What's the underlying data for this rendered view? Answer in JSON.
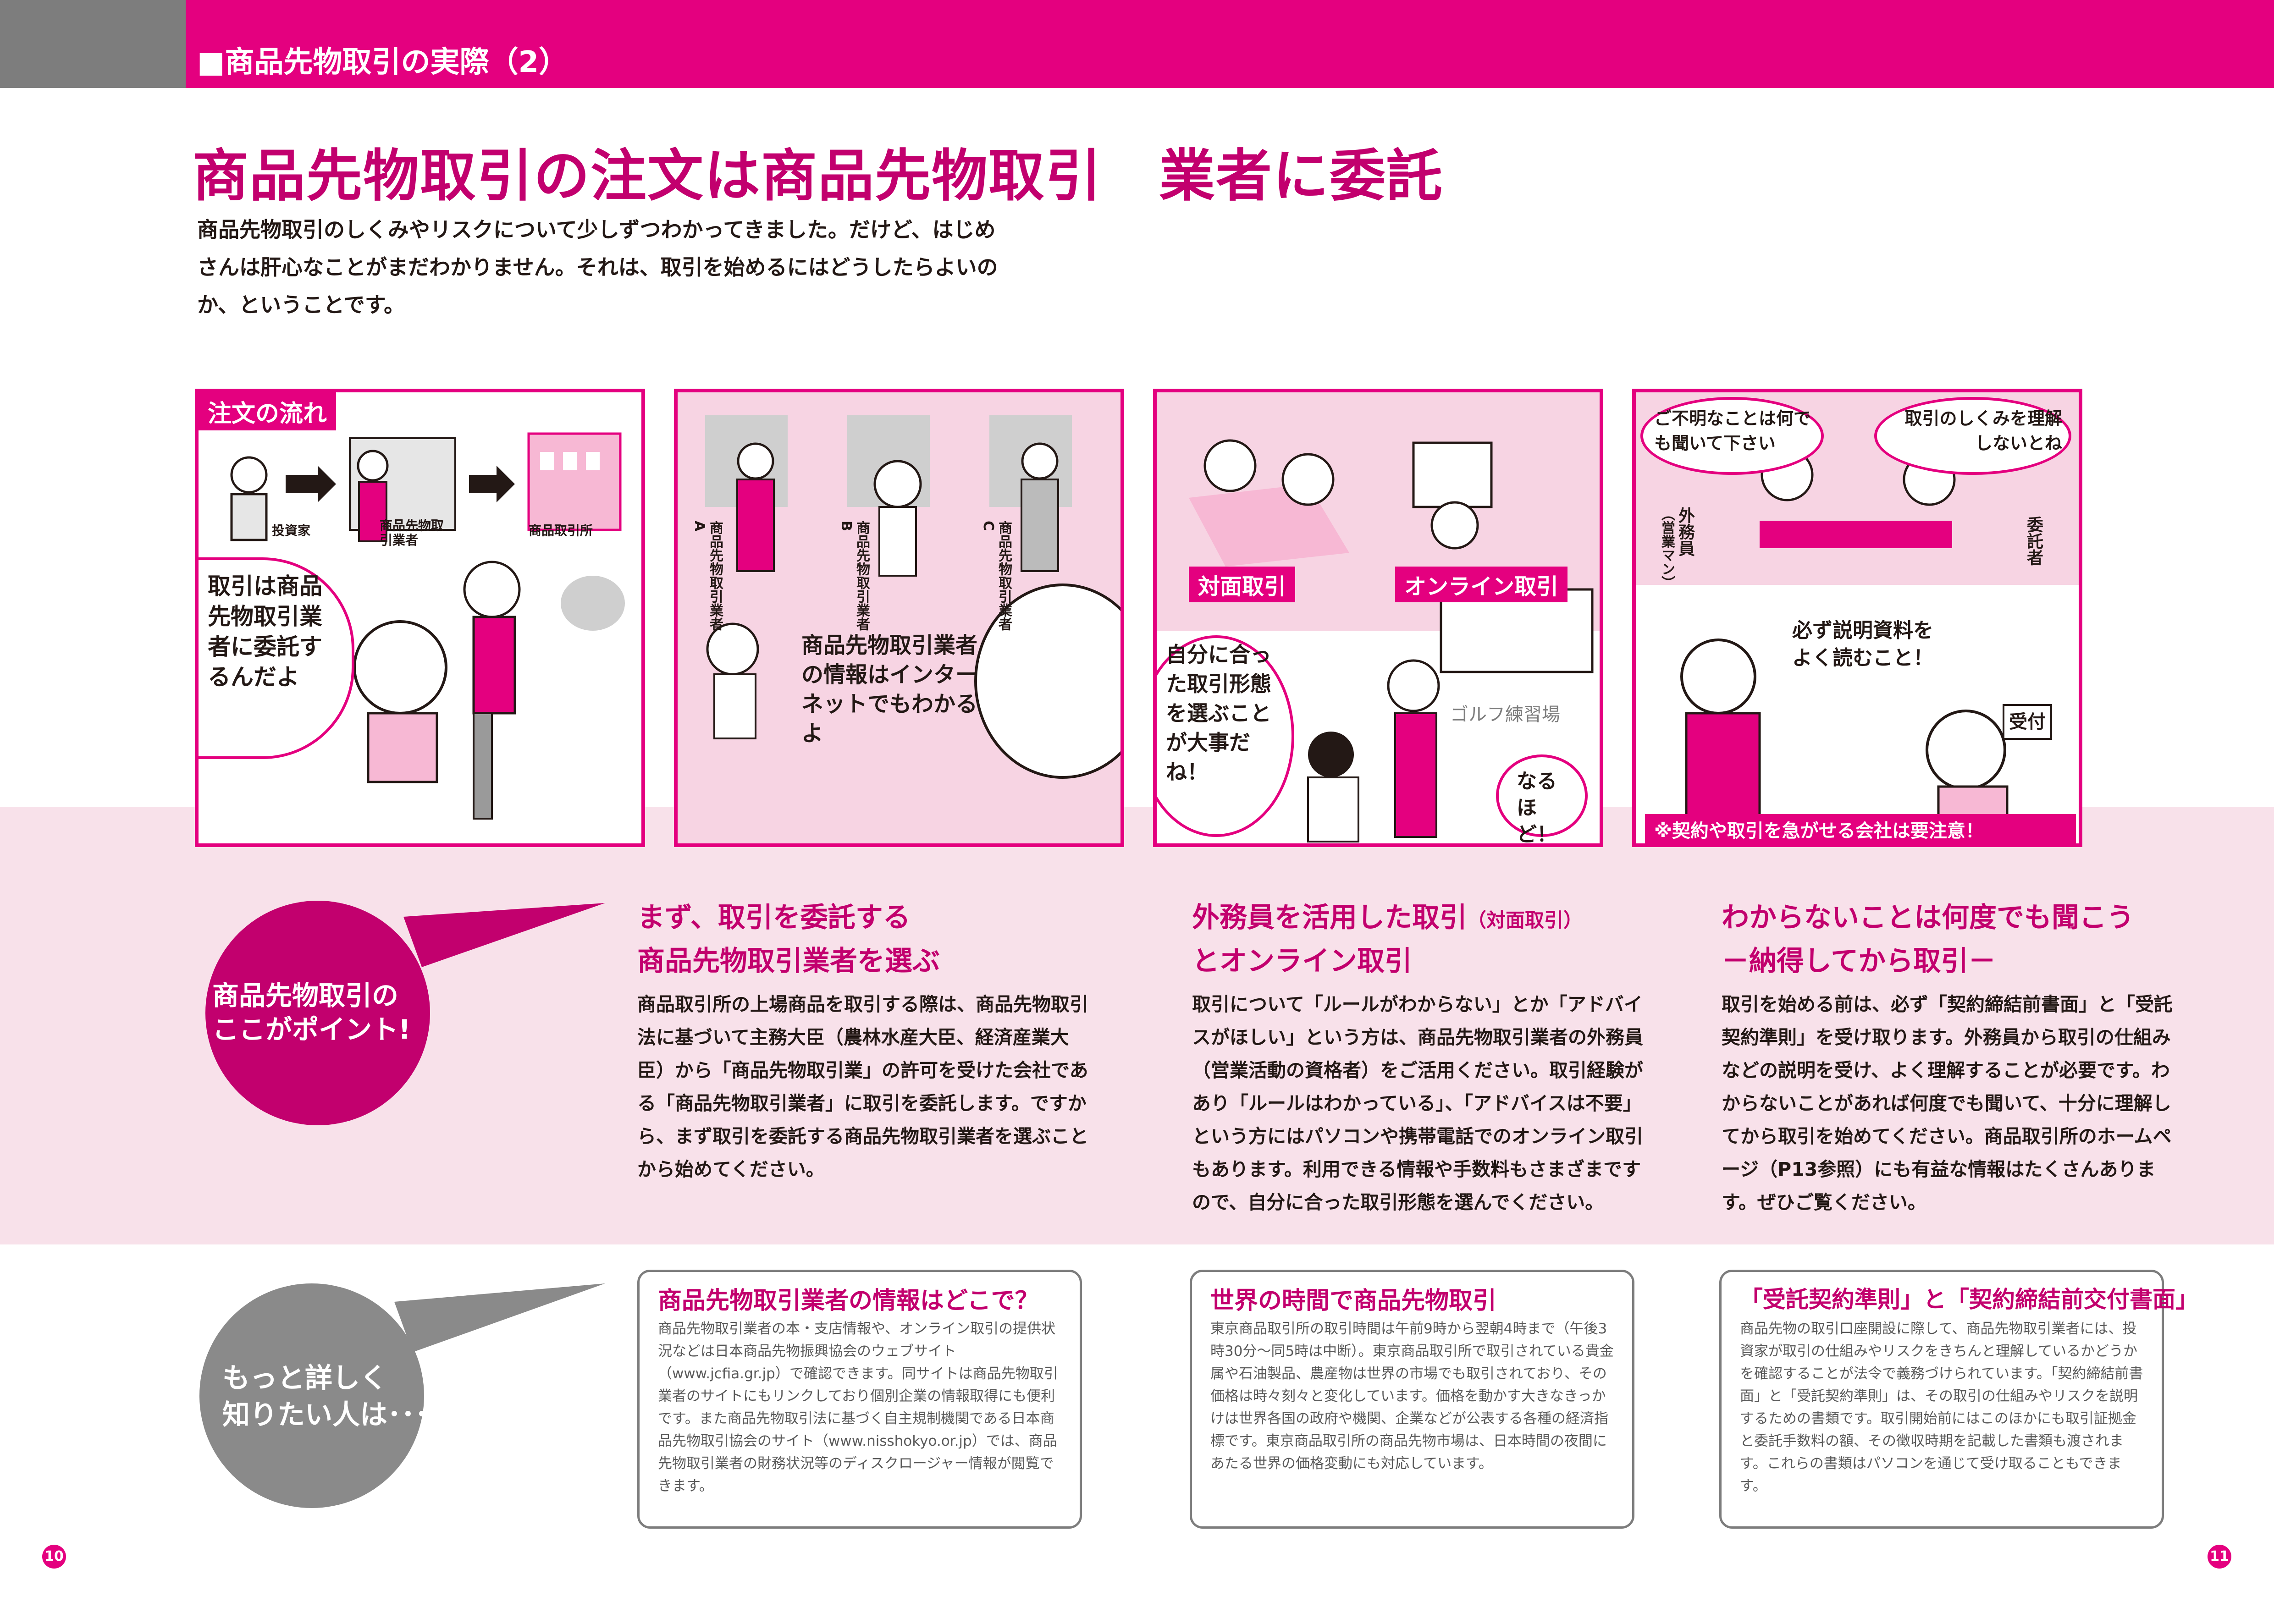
{
  "header": {
    "section": "■商品先物取引の実際（2）"
  },
  "title": "商品先物取引の注文は商品先物取引　業者に委託",
  "intro": "商品先物取引のしくみやリスクについて少しずつわかってきました。だけど、はじめさんは肝心なことがまだわかりません。それは、取引を始めるにはどうしたらよいのか、ということです。",
  "panel1": {
    "tag": "注文の流れ",
    "cap_investor": "投資家",
    "cap_broker": "商品先物取引業者",
    "cap_exchange": "商品取引所",
    "bubble": "取引は商品先物取引業者に委託するんだよ"
  },
  "panel2": {
    "label_a": "商品先物取引業者A",
    "label_b": "商品先物取引業者B",
    "label_c": "商品先物取引業者C",
    "bubble": "商品先物取引業者の情報はインターネットでもわかるよ"
  },
  "panel3": {
    "tag_face": "対面取引",
    "tag_online": "オンライン取引",
    "bubble_left": "自分に合った取引形態を選ぶことが大事だね！",
    "sign": "ゴルフ練習場",
    "bubble_right": "なるほど！"
  },
  "panel4": {
    "bubble_left": "ご不明なことは何でも聞いて下さい",
    "bubble_right": "取引のしくみを理解しないとね",
    "label_sales": "外務員",
    "label_sales_sub": "（営業マン）",
    "label_client": "委託者",
    "notice": "必ず説明資料をよく読むこと！",
    "reception": "受付",
    "warning": "※契約や取引を急がせる会社は要注意！"
  },
  "point": {
    "circle_text_1": "商品先物取引の",
    "circle_text_2": "ここがポイント!"
  },
  "sections": [
    {
      "heading_1": "まず、取引を委託する",
      "heading_2": "商品先物取引業者を選ぶ",
      "body": "商品取引所の上場商品を取引する際は、商品先物取引法に基づいて主務大臣（農林水産大臣、経済産業大臣）から「商品先物取引業」の許可を受けた会社である「商品先物取引業者」に取引を委託します。ですから、まず取引を委託する商品先物取引業者を選ぶことから始めてください。"
    },
    {
      "heading_1": "外務員を活用した取引",
      "heading_1_small": "（対面取引）",
      "heading_2": "とオンライン取引",
      "body": "取引について「ルールがわからない」とか「アドバイスがほしい」という方は、商品先物取引業者の外務員（営業活動の資格者）をご活用ください。取引経験があり「ルールはわかっている」、「アドバイスは不要」という方にはパソコンや携帯電話でのオンライン取引もあります。利用できる情報や手数料もさまざまですので、自分に合った取引形態を選んでください。"
    },
    {
      "heading_1": "わからないことは何度でも聞こう",
      "heading_2": "－納得してから取引－",
      "body": "取引を始める前は、必ず「契約締結前書面」と「受託契約準則」を受け取ります。外務員から取引の仕組みなどの説明を受け、よく理解することが必要です。わからないことがあれば何度でも聞いて、十分に理解してから取引を始めてください。商品取引所のホームページ（P13参照）にも有益な情報はたくさんあります。ぜひご覧ください。"
    }
  ],
  "more": {
    "circle_text_1": "もっと詳しく",
    "circle_text_2": "知りたい人は･･･"
  },
  "boxes": [
    {
      "heading": "商品先物取引業者の情報はどこで？",
      "body": "商品先物取引業者の本・支店情報や、オンライン取引の提供状況などは日本商品先物振興協会のウェブサイト（www.jcfia.gr.jp）で確認できます。同サイトは商品先物取引業者のサイトにもリンクしており個別企業の情報取得にも便利です。また商品先物取引法に基づく自主規制機関である日本商品先物取引協会のサイト（www.nisshokyo.or.jp）では、商品先物取引業者の財務状況等のディスクロージャー情報が閲覧できます。"
    },
    {
      "heading": "世界の時間で商品先物取引",
      "body": "東京商品取引所の取引時間は午前9時から翌朝4時まで（午後3時30分～同5時は中断）。東京商品取引所で取引されている貴金属や石油製品、農産物は世界の市場でも取引されており、その価格は時々刻々と変化しています。価格を動かす大きなきっかけは世界各国の政府や機関、企業などが公表する各種の経済指標です。東京商品取引所の商品先物市場は、日本時間の夜間にあたる世界の価格変動にも対応しています。"
    },
    {
      "heading": "「受託契約準則」と「契約締結前交付書面」",
      "body": "商品先物の取引口座開設に際して、商品先物取引業者には、投資家が取引の仕組みやリスクをきちんと理解しているかどうかを確認することが法令で義務づけられています。「契約締結前書面」と「受託契約準則」は、その取引の仕組みやリスクを説明するための書類です。取引開始前にはこのほかにも取引証拠金と委託手数料の額、その徴収時期を記載した書類も渡されます。これらの書類はパソコンを通じて受け取ることもできます。"
    }
  ],
  "page_left": "10",
  "page_right": "11",
  "colors": {
    "accent": "#e4007f",
    "heading": "#c2006e",
    "band": "#f8e1ea",
    "gray": "#7d7d7d"
  }
}
